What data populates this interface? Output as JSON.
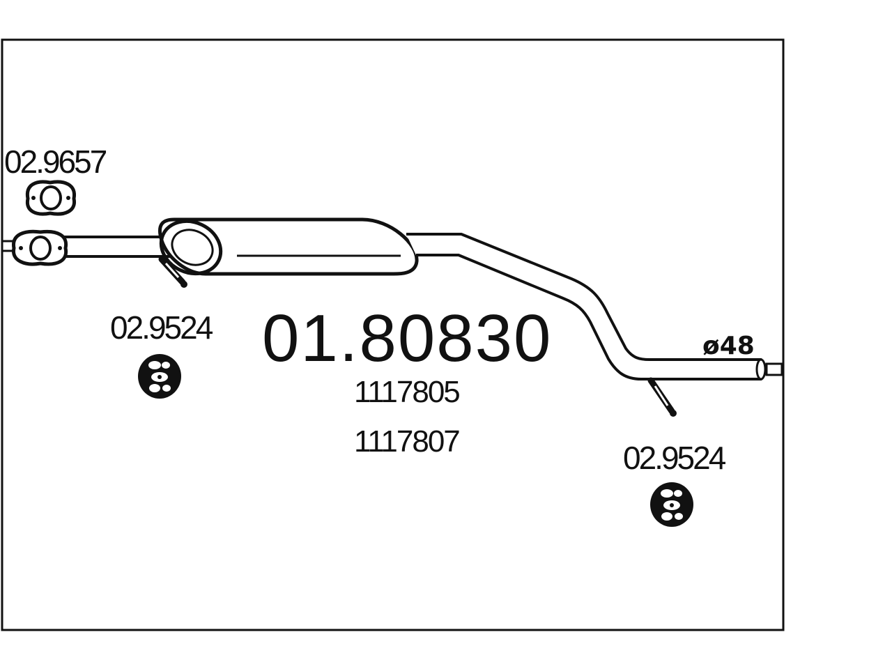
{
  "diagram": {
    "main_part_number": "01.80830",
    "reference_numbers": [
      "1117805",
      "1117807"
    ],
    "gasket_label": "02.9657",
    "mount_label_left": "02.9524",
    "mount_label_right": "02.9524",
    "pipe_diameter_label": "ø48",
    "line_color": "#111111",
    "background_color": "#ffffff"
  }
}
